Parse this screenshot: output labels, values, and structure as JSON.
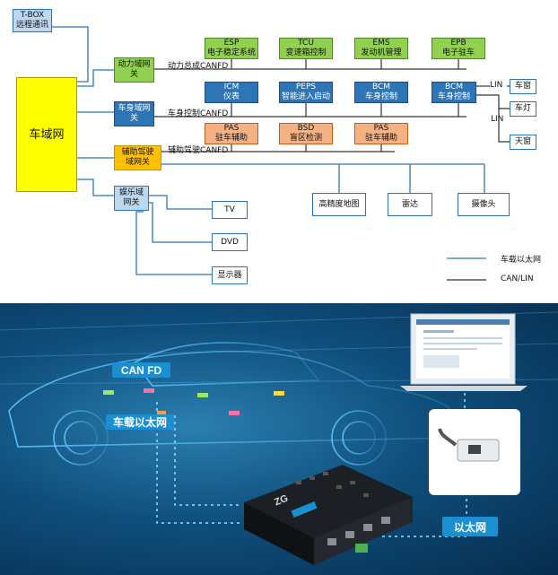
{
  "diagram": {
    "tbox": {
      "line1": "T-BOX",
      "line2": "远程通讯"
    },
    "core": "车域网",
    "gateways": {
      "power": "动力域网关",
      "body": "车身域网关",
      "adas": "辅助驾驶域网关",
      "infotainment": "娱乐域网关"
    },
    "bus_labels": {
      "power": "动力总成CANFD",
      "body": "车身控制CANFD",
      "adas": "辅助驾驶CANFD"
    },
    "power_ecus": [
      {
        "code": "ESP",
        "name": "电子稳定系统"
      },
      {
        "code": "TCU",
        "name": "变速箱控制"
      },
      {
        "code": "EMS",
        "name": "发动机管理"
      },
      {
        "code": "EPB",
        "name": "电子驻车"
      }
    ],
    "body_ecus": [
      {
        "code": "ICM",
        "name": "仪表"
      },
      {
        "code": "PEPS",
        "name": "智能进入启动"
      },
      {
        "code": "BCM",
        "name": "车身控制"
      },
      {
        "code": "BCM",
        "name": "车身控制"
      }
    ],
    "adas_ecus": [
      {
        "code": "PAS",
        "name": "驻车辅助"
      },
      {
        "code": "BSD",
        "name": "盲区检测"
      },
      {
        "code": "PAS",
        "name": "驻车辅助"
      }
    ],
    "lin_nodes": [
      "车窗",
      "车灯",
      "天窗"
    ],
    "lin_label": "LIN",
    "sensors": [
      "高精度地图",
      "雷达",
      "摄像头"
    ],
    "media": [
      "TV",
      "DVD",
      "显示器"
    ],
    "legend": {
      "ethernet": "车载以太网",
      "can": "CAN/LIN"
    }
  },
  "photo": {
    "tags": {
      "canfd": "CAN FD",
      "ethernet_car": "车载以太网",
      "ethernet": "以太网"
    },
    "device_logo": "ZG"
  },
  "colors": {
    "ethernet_line": "#2e75b6",
    "can_line": "#333333",
    "power_green": "#92d050",
    "body_blue": "#2e75b6",
    "adas_orange": "#f4b183",
    "core_yellow": "#ffff00"
  }
}
